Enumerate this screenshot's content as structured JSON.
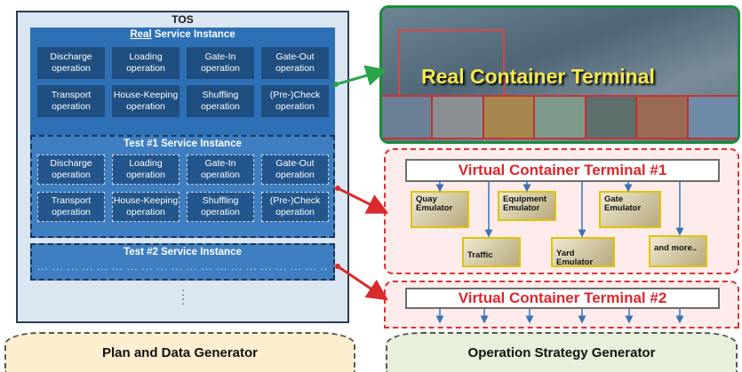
{
  "tos": {
    "title": "TOS",
    "real_instance": {
      "title": "Real Service Instance",
      "ops": [
        "Discharge operation",
        "Loading operation",
        "Gate-In operation",
        "Gate-Out operation",
        "Transport operation",
        "House-Keeping operation",
        "Shuffling operation",
        "(Pre-)Check operation"
      ]
    },
    "test1_instance": {
      "title": "Test #1 Service Instance",
      "ops": [
        "Discharge operation",
        "Loading operation",
        "Gate-In operation",
        "Gate-Out operation",
        "Transport operation",
        "House-Keeping operation",
        "Shuffling operation",
        "(Pre-)Check operation"
      ]
    },
    "test2_instance": {
      "title": "Test #2 Service Instance",
      "dots": "··· ··· ··· ··· ··· ··· ··· ··· ··· ··· ··· ··· ··· ··· ··· ··· ··· ··· ··· ··· ··· ··· ··· ···"
    },
    "vdots": ":"
  },
  "real_terminal": {
    "label": "Real Container Terminal"
  },
  "vct1": {
    "title": "Virtual Container Terminal #1",
    "emulators": {
      "quay": "Quay Emulator",
      "equipment": "Equipment Emulator",
      "gate": "Gate Emulator",
      "traffic": "Traffic",
      "yard": "Yard Emulator",
      "more": "and more.."
    }
  },
  "vct2": {
    "title": "Virtual Container Terminal #2"
  },
  "generators": {
    "left": "Plan and Data Generator",
    "right": "Operation Strategy Generator"
  },
  "colors": {
    "instance_blue": "#2e70b6",
    "op_navy": "#1f4e80",
    "terminal_green": "#1d8a3c",
    "virtual_red": "#e0262d"
  }
}
